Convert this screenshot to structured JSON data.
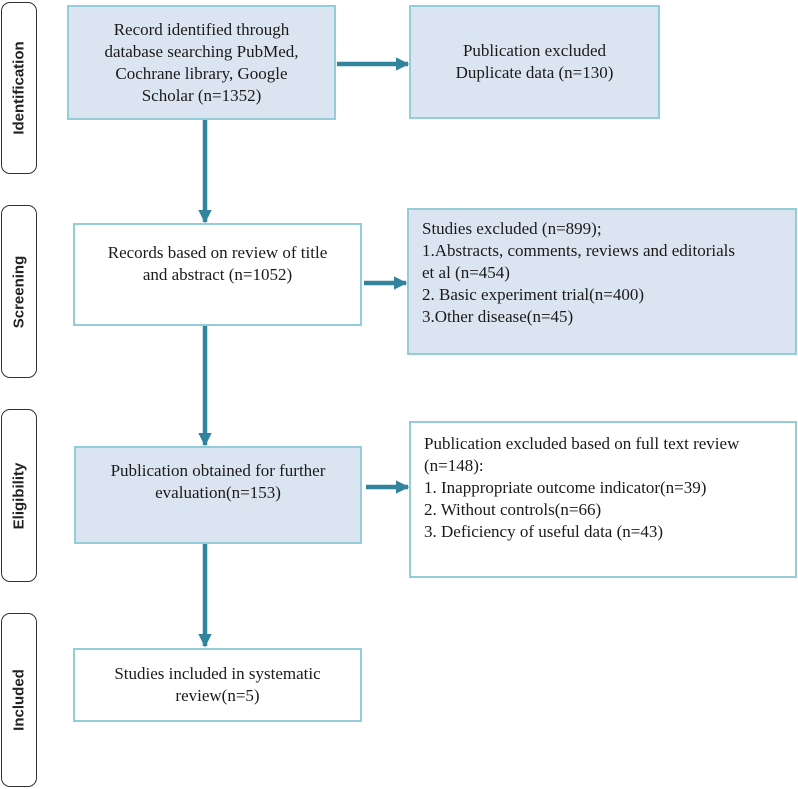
{
  "stages": {
    "identification": "Identification",
    "screening": "Screening",
    "eligibility": "Eligibility",
    "included": "Included"
  },
  "boxes": {
    "identified": {
      "lines": [
        "Record identified through",
        "database searching PubMed,",
        "Cochrane library, Google",
        "Scholar  (n=1352)"
      ]
    },
    "duplicate_excluded": {
      "lines": [
        "Publication excluded",
        "Duplicate data (n=130)"
      ]
    },
    "screened": {
      "lines": [
        "Records based on review of title",
        "and abstract (n=1052)"
      ]
    },
    "studies_excluded": {
      "lines": [
        "Studies excluded (n=899);",
        "1.Abstracts, comments, reviews and editorials",
        "et al (n=454)",
        "2. Basic experiment trial(n=400)",
        "3.Other disease(n=45)"
      ]
    },
    "eligible": {
      "lines": [
        "Publication obtained for further",
        "evaluation(n=153)"
      ]
    },
    "fulltext_excluded": {
      "lines": [
        "Publication excluded based on full text review",
        "(n=148):",
        "1. Inappropriate outcome indicator(n=39)",
        "2. Without controls(n=66)",
        "3. Deficiency of useful data (n=43)"
      ]
    },
    "included": {
      "lines": [
        "Studies included in systematic",
        "review(n=5)"
      ]
    }
  },
  "colors": {
    "arrow": "#31849b",
    "box_border": "#93cdd9",
    "box_fill": "#dbe5f1"
  }
}
